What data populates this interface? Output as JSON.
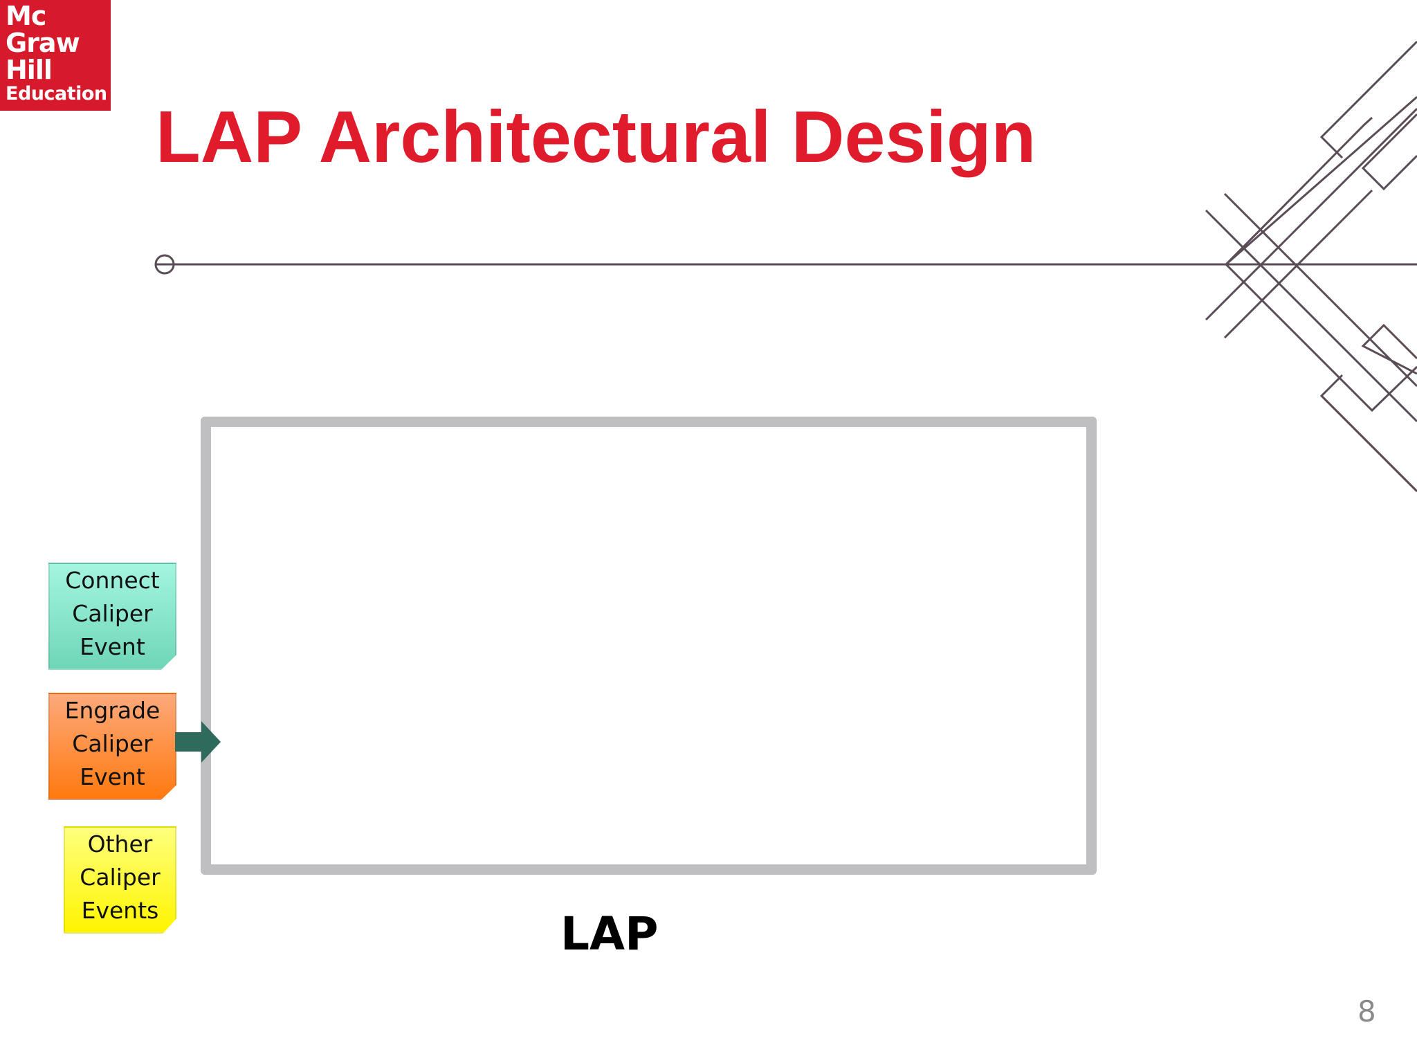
{
  "logo": {
    "line1": "Mc",
    "line2": "Graw",
    "line3": "Hill",
    "line4": "Education"
  },
  "slide": {
    "title": "LAP Architectural Design",
    "page_number": "8"
  },
  "diagram": {
    "sources": [
      {
        "lines": [
          "Connect",
          "Caliper",
          "Event"
        ]
      },
      {
        "lines": [
          "Engrade",
          "Caliper",
          "Event"
        ]
      },
      {
        "lines": [
          "Other",
          "Caliper",
          "Events"
        ]
      }
    ],
    "target_label": "LAP"
  },
  "colors": {
    "brand_red": "#d7192c",
    "title_red": "#e01c2c",
    "box_gray": "#bfbfc1",
    "arrow_green": "#2f6b5c",
    "note_teal": "#7fe0c4",
    "note_orange": "#ff8a30",
    "note_yellow": "#fff740"
  }
}
